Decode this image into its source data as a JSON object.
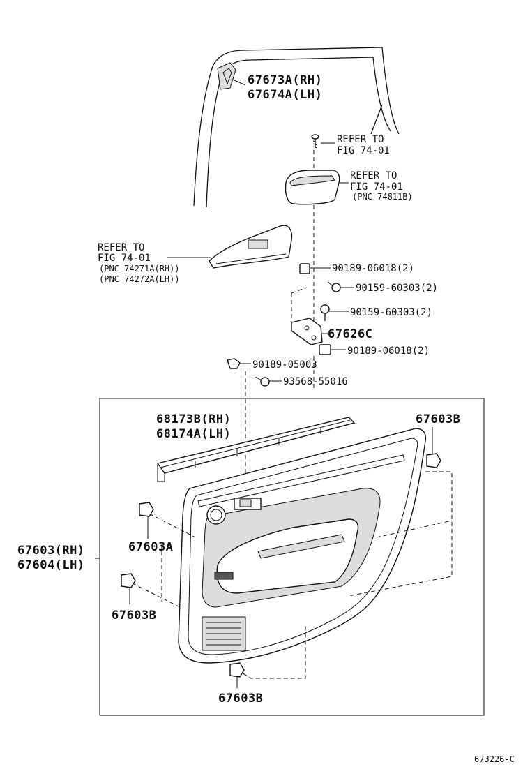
{
  "labels": {
    "l_67673": "67673A(RH)",
    "l_67674": "67674A(LH)",
    "refer1_a": "REFER TO",
    "refer1_b": "FIG 74-01",
    "refer2_a": "REFER TO",
    "refer2_b": "FIG 74-01",
    "refer2_c": "(PNC 74811B)",
    "refer3_a": "REFER TO",
    "refer3_b": "FIG 74-01",
    "refer3_c": "(PNC 74271A(RH))",
    "refer3_d": "(PNC 74272A(LH))",
    "l_90189_06018_top": "90189-06018(2)",
    "l_90159_60303_a": "90159-60303(2)",
    "l_90159_60303_b": "90159-60303(2)",
    "l_67626C": "67626C",
    "l_90189_06018_bot": "90189-06018(2)",
    "l_90189_05003": "90189-05003",
    "l_93568": "93568-55016",
    "l_68173": "68173B(RH)",
    "l_68174": "68174A(LH)",
    "l_67603B_right": "67603B",
    "l_67603A": "67603A",
    "l_67603RH": "67603(RH)",
    "l_67604LH": "67604(LH)",
    "l_67603B_left": "67603B",
    "l_67603B_bottom": "67603B",
    "figure_code": "673226-C"
  }
}
